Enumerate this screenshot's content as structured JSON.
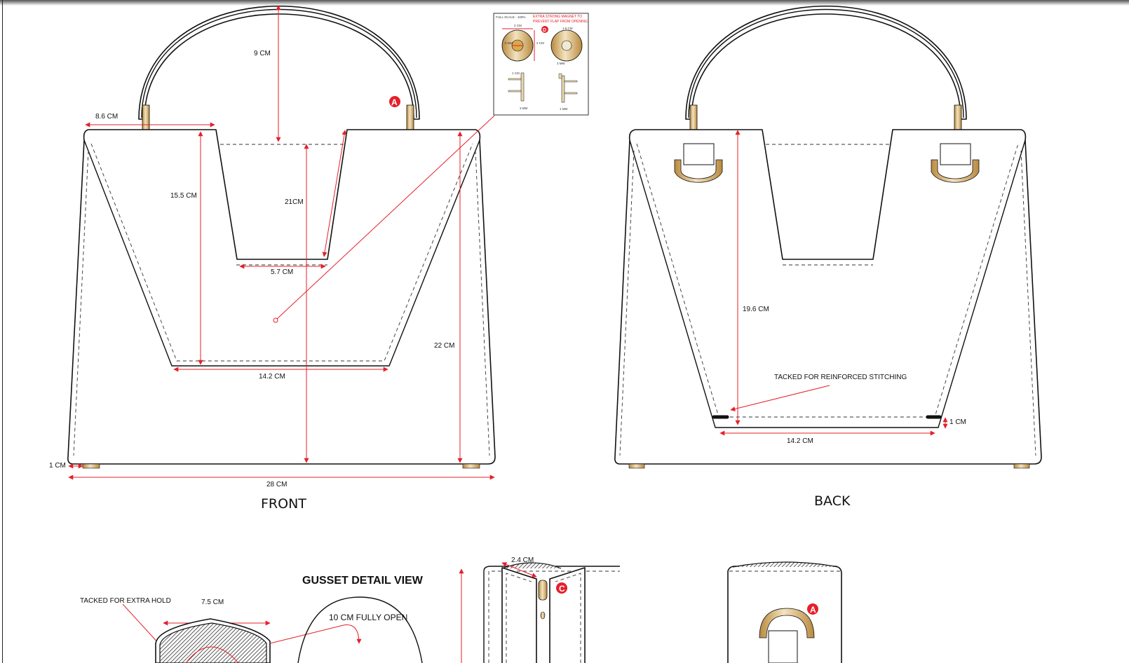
{
  "front": {
    "view_label": "FRONT",
    "dims": {
      "handle_height": "9 CM",
      "top_width": "8.6 CM",
      "flap_height": "15.5 CM",
      "cutout_depth": "21CM",
      "cutout_width": "5.7 CM",
      "flap_bottom_width": "14.2 CM",
      "body_height": "22 CM",
      "foot_offset": "1 CM",
      "body_width": "28 CM"
    },
    "badge": "A"
  },
  "magnet_detail": {
    "scale_label": "FULL SCALE - 100%",
    "note_line1": "EXTRA STRONG MAGNET TO",
    "note_line2": "PREVENT FLAP FROM OPENING",
    "badge": "D",
    "dims": {
      "diameter": "2 CM",
      "height": "2 CM",
      "inner": "6 MM",
      "cap": "1.6 CM",
      "prong": "1 CM",
      "prong_gap": "3 MM",
      "stud_top": "3 MM",
      "stud_bottom": "1 MM"
    }
  },
  "back": {
    "view_label": "BACK",
    "dims": {
      "height": "19.6 CM",
      "bottom_width": "14.2 CM",
      "stitch_offset": "1 CM"
    },
    "note": "TACKED FOR REINFORCED STITCHING"
  },
  "gusset": {
    "title": "GUSSET DETAIL VIEW",
    "tack_note": "TACKED FOR EXTRA HOLD",
    "width": "7.5 CM",
    "open_note": "10 CM FULLY OPEN",
    "zip_width": "2.4 CM",
    "zip_badge": "C",
    "side_badge": "A"
  },
  "colors": {
    "dimension": "#e5202a",
    "hardware": "#c9a45c",
    "outline": "#111111"
  }
}
